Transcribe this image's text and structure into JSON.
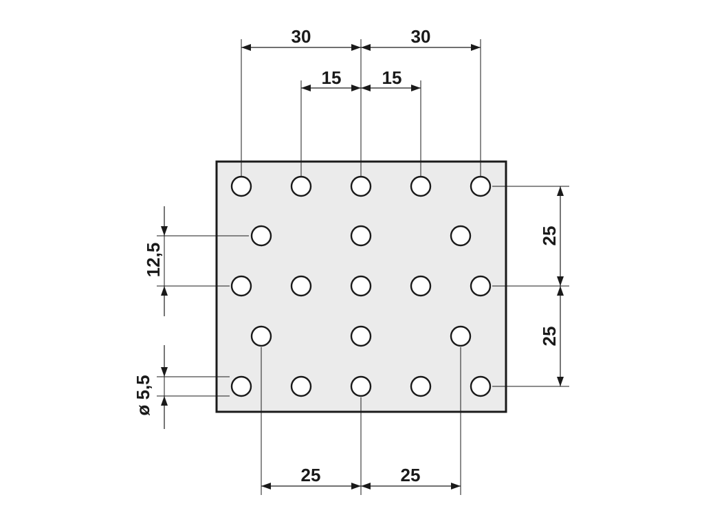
{
  "dimensions": {
    "top_left_30": "30",
    "top_right_30": "30",
    "top_left_15": "15",
    "top_right_15": "15",
    "right_upper_25": "25",
    "right_lower_25": "25",
    "bottom_left_25": "25",
    "bottom_right_25": "25",
    "left_12_5": "12,5",
    "left_diameter": "ø 5,5"
  }
}
